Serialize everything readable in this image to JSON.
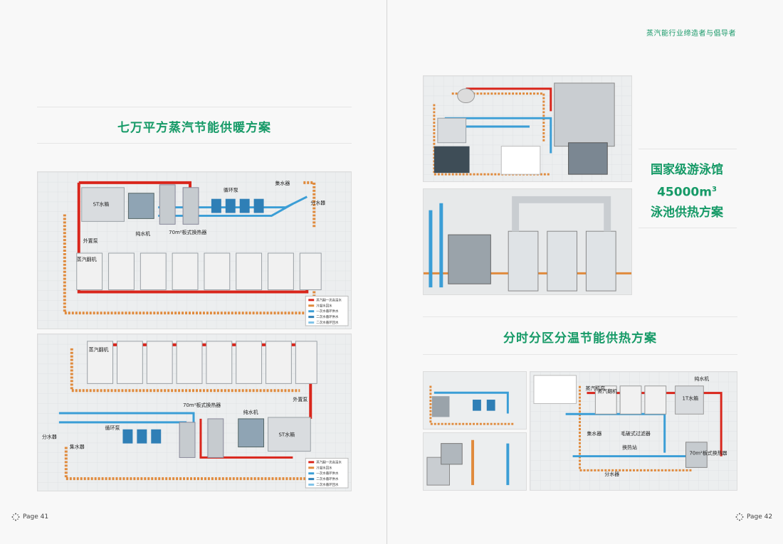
{
  "header": {
    "tagline": "蒸汽能行业缔造者与倡导者"
  },
  "left_page": {
    "title": "七万平方蒸汽节能供暖方案",
    "page_number": "Page 41",
    "diagram_top": {
      "labels": {
        "tank": "ST水箱",
        "pure_water": "纯水机",
        "plate_hx": "70m²板式换热器",
        "circ_pump": "循环泵",
        "collector": "集水器",
        "distributor": "分水器",
        "ext_pump": "外置泵",
        "generator": "蒸汽翻机"
      },
      "legend": [
        "蒸汽翻一次高温水",
        "冷凝水回水",
        "一次水循环供水",
        "二次水循环供水",
        "二次水循环回水"
      ]
    },
    "diagram_bottom": {
      "labels": {
        "tank": "ST水箱",
        "pure_water": "纯水机",
        "plate_hx": "70m²板式换热器",
        "circ_pump": "循环泵",
        "collector": "集水器",
        "distributor": "分水器",
        "ext_pump": "外置泵",
        "generator": "蒸汽翻机"
      },
      "legend": [
        "蒸汽翻一次高温水",
        "冷凝水回水",
        "一次水循环供水",
        "二次水循环供水",
        "二次水循环回水"
      ]
    }
  },
  "right_page": {
    "pool_title_line1": "国家级游泳馆",
    "pool_title_line2": "45000m",
    "pool_title_sup": "3",
    "pool_title_line3": "泳池供热方案",
    "zone_title": "分时分区分温节能供热方案",
    "page_number": "Page 42",
    "zone_diagram": {
      "labels": {
        "pure_water": "纯水机",
        "tank": "1T水箱",
        "generator_room": "蒸汽机房",
        "generator": "蒸汽翻机",
        "water_pump": "集水器",
        "filter": "毛破式过滤器",
        "station": "换热站",
        "plate_hx": "70m²板式换热器",
        "distributor": "分水器"
      }
    }
  },
  "colors": {
    "accent": "#169a67",
    "steam_red": "#d9261c",
    "water_blue": "#3b9ed6",
    "cond_orange": "#e08a3c"
  }
}
